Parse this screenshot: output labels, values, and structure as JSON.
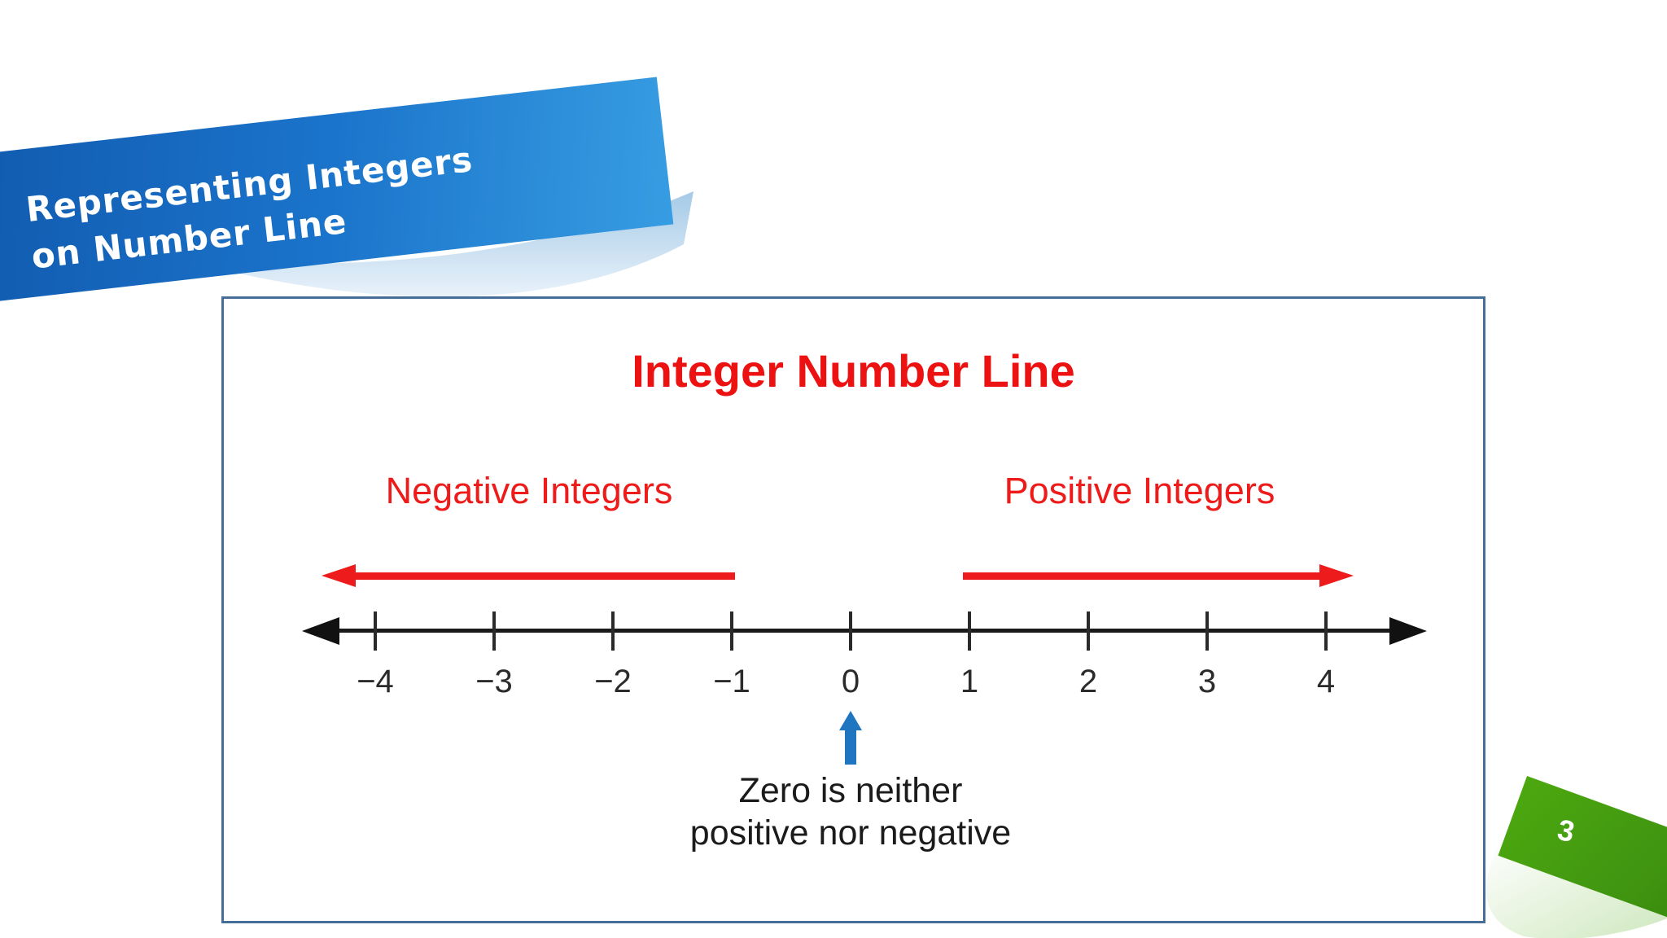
{
  "banner": {
    "title": "Representing Integers on Number Line"
  },
  "page": {
    "number": "3"
  },
  "diagram": {
    "title": "Integer Number Line",
    "negative_label": "Negative Integers",
    "positive_label": "Positive Integers",
    "tick_labels": [
      "−4",
      "−3",
      "−2",
      "−1",
      "0",
      "1",
      "2",
      "3",
      "4"
    ],
    "zero_note": {
      "line1": "Zero is neither",
      "line2": "positive nor negative"
    }
  },
  "colors": {
    "banner_blue_dark": "#0f57ab",
    "banner_blue_light": "#379de2",
    "panel_border": "#476e96",
    "accent_red": "#ED1B1B",
    "pointer_blue": "#1F75C0",
    "tab_green_light": "#4CA80F",
    "tab_green_dark": "#2E7D05",
    "line_black": "#1A1A1A"
  }
}
